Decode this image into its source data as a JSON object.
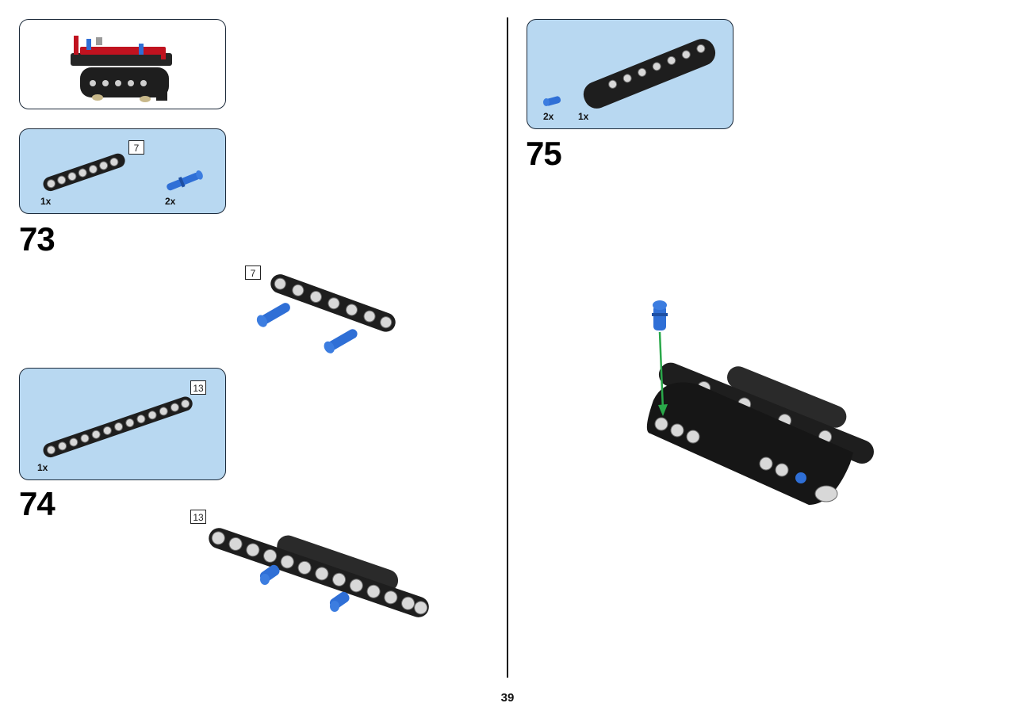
{
  "page": {
    "number": "39"
  },
  "steps": [
    {
      "number": "73",
      "length_callout": "7"
    },
    {
      "number": "74",
      "length_callout": "13"
    },
    {
      "number": "75"
    }
  ],
  "parts_lists": [
    {
      "items": [
        {
          "qty": "1x",
          "part": "beam-7-icon",
          "length": "7"
        },
        {
          "qty": "2x",
          "part": "blue-pin-icon"
        }
      ]
    },
    {
      "items": [
        {
          "qty": "1x",
          "part": "beam-13-icon",
          "length": "13"
        }
      ]
    },
    {
      "items": [
        {
          "qty": "2x",
          "part": "blue-pin-icon"
        },
        {
          "qty": "1x",
          "part": "curved-panel-icon"
        }
      ]
    }
  ],
  "colors": {
    "parts_panel_bg": "#b8d8f1",
    "beam_black": "#1e1e1e",
    "pin_blue": "#2f6fd6",
    "arrow_green": "#2aa84a",
    "accent_red": "#c0121f"
  }
}
